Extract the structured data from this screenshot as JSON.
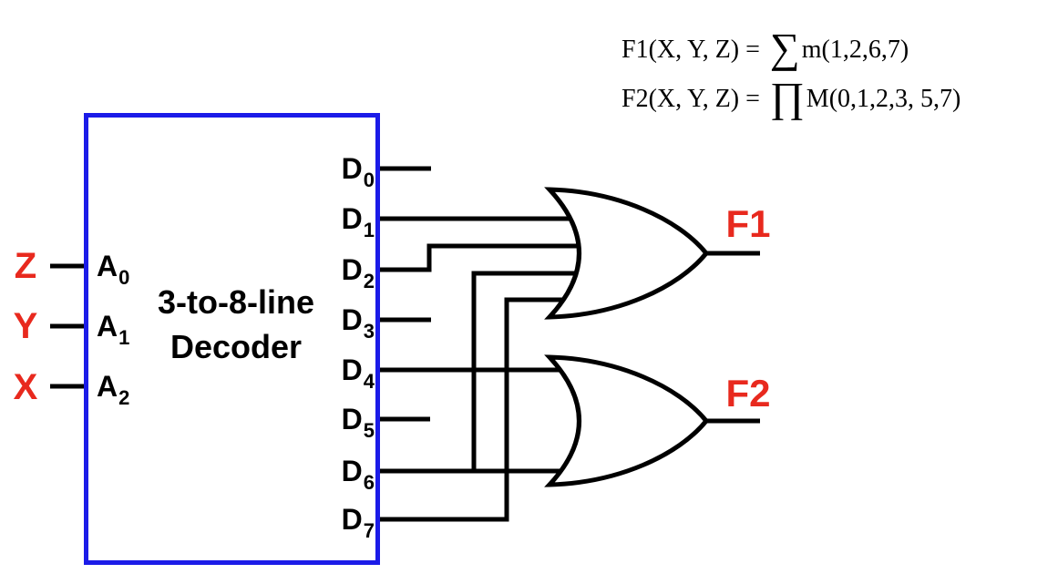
{
  "colors": {
    "background": "#ffffff",
    "box_blue": "#1b1be8",
    "wire_black": "#000000",
    "signal_red": "#e8291e"
  },
  "equations": [
    {
      "lhs": "F1(X, Y, Z) = ",
      "operator": "∑",
      "rhs": "m(1,2,6,7)"
    },
    {
      "lhs": "F2(X, Y, Z) = ",
      "operator": "∏",
      "rhs": "M(0,1,2,3, 5,7)"
    }
  ],
  "decoder": {
    "title_line1": "3-to-8-line",
    "title_line2": "Decoder",
    "inputs": [
      {
        "signal": "Z",
        "pin": "A",
        "sub": "0"
      },
      {
        "signal": "Y",
        "pin": "A",
        "sub": "1"
      },
      {
        "signal": "X",
        "pin": "A",
        "sub": "2"
      }
    ],
    "outputs": [
      {
        "pin": "D",
        "sub": "0"
      },
      {
        "pin": "D",
        "sub": "1"
      },
      {
        "pin": "D",
        "sub": "2"
      },
      {
        "pin": "D",
        "sub": "3"
      },
      {
        "pin": "D",
        "sub": "4"
      },
      {
        "pin": "D",
        "sub": "5"
      },
      {
        "pin": "D",
        "sub": "6"
      },
      {
        "pin": "D",
        "sub": "7"
      }
    ]
  },
  "gates": [
    {
      "type": "OR",
      "output_label": "F1",
      "inputs": [
        "D1",
        "D2",
        "D6",
        "D7"
      ]
    },
    {
      "type": "OR",
      "output_label": "F2",
      "inputs": [
        "D4",
        "D6"
      ]
    }
  ],
  "unconnected_outputs": [
    "D0",
    "D3",
    "D5"
  ]
}
